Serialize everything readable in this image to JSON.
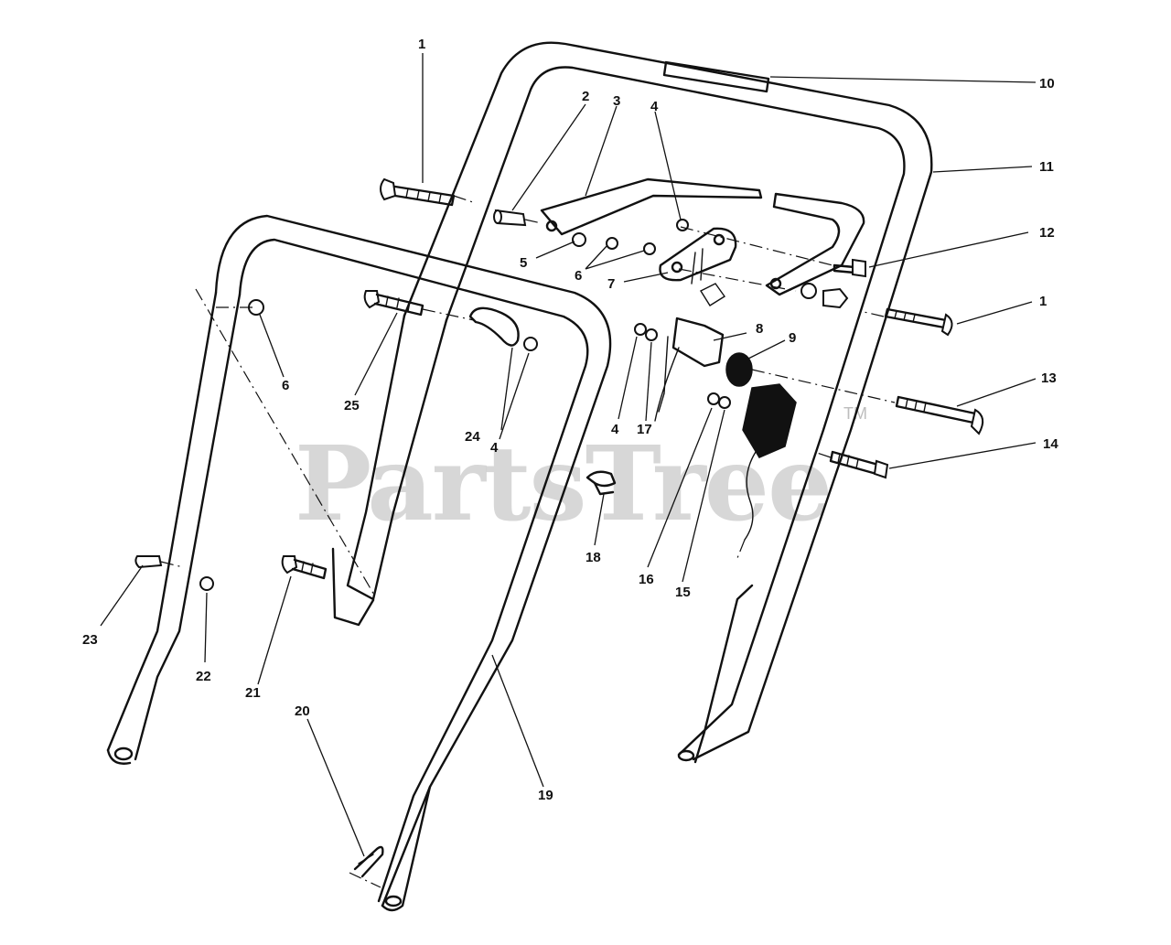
{
  "watermark": {
    "text": "PartsTree",
    "mark": "TM"
  },
  "callouts": [
    {
      "id": "c1-top",
      "text": "1"
    },
    {
      "id": "c2",
      "text": "2"
    },
    {
      "id": "c3",
      "text": "3"
    },
    {
      "id": "c4-top",
      "text": "4"
    },
    {
      "id": "c10",
      "text": "10"
    },
    {
      "id": "c11",
      "text": "11"
    },
    {
      "id": "c12",
      "text": "12"
    },
    {
      "id": "c5",
      "text": "5"
    },
    {
      "id": "c6-mid",
      "text": "6"
    },
    {
      "id": "c7",
      "text": "7"
    },
    {
      "id": "c8",
      "text": "8"
    },
    {
      "id": "c9",
      "text": "9"
    },
    {
      "id": "c1-right",
      "text": "1"
    },
    {
      "id": "c13",
      "text": "13"
    },
    {
      "id": "c14",
      "text": "14"
    },
    {
      "id": "c6-left",
      "text": "6"
    },
    {
      "id": "c25",
      "text": "25"
    },
    {
      "id": "c24",
      "text": "24"
    },
    {
      "id": "c4-mid",
      "text": "4"
    },
    {
      "id": "c4-lower",
      "text": "4"
    },
    {
      "id": "c17",
      "text": "17"
    },
    {
      "id": "c16",
      "text": "16"
    },
    {
      "id": "c15",
      "text": "15"
    },
    {
      "id": "c18",
      "text": "18"
    },
    {
      "id": "c23",
      "text": "23"
    },
    {
      "id": "c22",
      "text": "22"
    },
    {
      "id": "c21",
      "text": "21"
    },
    {
      "id": "c20",
      "text": "20"
    },
    {
      "id": "c19",
      "text": "19"
    }
  ]
}
